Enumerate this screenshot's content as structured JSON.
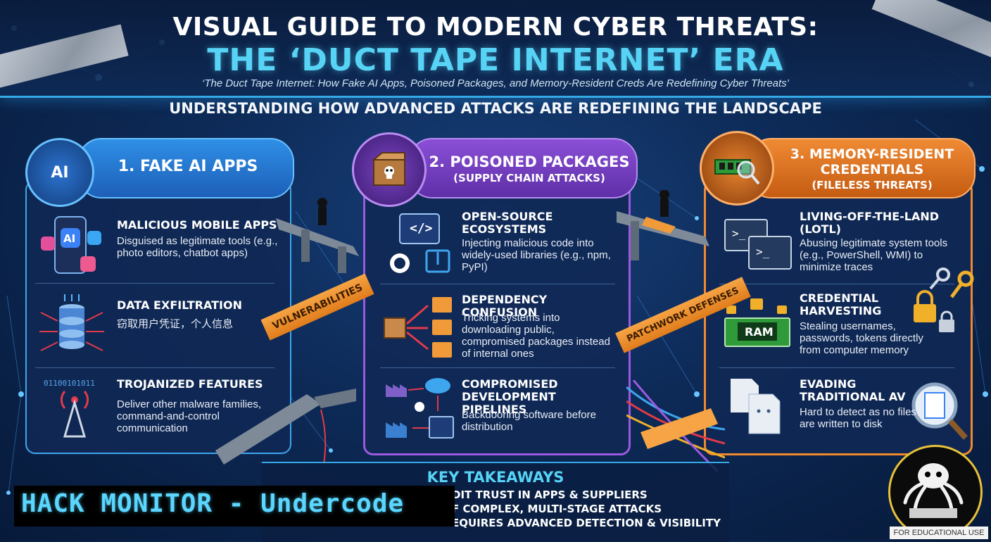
{
  "header": {
    "title_line1": "VISUAL GUIDE TO MODERN CYBER THREATS:",
    "title_line2": "THE ‘DUCT TAPE INTERNET’ ERA",
    "subtitle": "‘The Duct Tape Internet: How Fake AI Apps, Poisoned Packages, and Memory-Resident Creds Are Redefining Cyber Threats’"
  },
  "section_heading": "UNDERSTANDING HOW ADVANCED ATTACKS ARE REDEFINING THE LANDSCAPE",
  "columns": [
    {
      "title": "1. FAKE AI APPS",
      "subtitle": "",
      "badge": "AI",
      "accent": "#3ea6ee",
      "items": [
        {
          "title": "MALICIOUS MOBILE APPS",
          "desc": "Disguised as legitimate tools (e.g., photo editors, chatbot apps)",
          "icon": "phone-apps-icon",
          "icon_text": "AI"
        },
        {
          "title": "DATA EXFILTRATION",
          "desc": "窃取用户凭证，个人信息",
          "icon": "database-exfiltration-icon"
        },
        {
          "title": "TROJANIZED FEATURES",
          "desc": "Deliver other malware families, command-and-control communication",
          "icon": "antenna-binary-icon",
          "icon_text": "01100101011"
        }
      ]
    },
    {
      "title": "2. POISONED PACKAGES",
      "subtitle": "(SUPPLY CHAIN ATTACKS)",
      "accent": "#9b59e0",
      "items": [
        {
          "title": "OPEN-SOURCE ECOSYSTEMS",
          "desc": "Injecting malicious code into widely-used libraries (e.g., npm, PyPI)",
          "icon": "code-github-icon",
          "icon_text": "</>"
        },
        {
          "title": "DEPENDENCY CONFUSION",
          "desc": "Tricking systems into downloading public, compromised packages instead of internal ones",
          "icon": "box-folders-icon"
        },
        {
          "title": "COMPROMISED DEVELOPMENT PIPELINES",
          "desc": "Backdooring software before distribution",
          "icon": "factory-pipeline-icon"
        }
      ]
    },
    {
      "title": "3. MEMORY-RESIDENT CREDENTIALS",
      "subtitle": "(FILELESS THREATS)",
      "accent": "#f0892e",
      "items": [
        {
          "title": "LIVING-OFF-THE-LAND (LOTL)",
          "desc": "Abusing legitimate system tools (e.g., PowerShell, WMI) to minimize traces",
          "icon": "terminal-windows-icon",
          "icon_text": ">_"
        },
        {
          "title": "CREDENTIAL HARVESTING",
          "desc": "Stealing usernames, passwords, tokens directly from computer memory",
          "icon": "ram-locks-icon",
          "icon_text": "RAM"
        },
        {
          "title": "EVADING TRADITIONAL AV",
          "desc": "Hard to detect as no files are written to disk",
          "icon": "ghost-files-icon"
        }
      ]
    }
  ],
  "tape_labels": {
    "left": "VULNERABILITIES",
    "right": "PATCHWORK DEFENSES"
  },
  "takeaways": {
    "title": "KEY TAKEAWAYS",
    "lines": [
      "DIT TRUST IN APPS & SUPPLIERS",
      "F COMPLEX, MULTI-STAGE ATTACKS",
      "EQUIRES ADVANCED DETECTION & VISIBILITY"
    ]
  },
  "watermark": "HACK MONITOR - Undercode",
  "footer_note": "FOR EDUCATIONAL USE",
  "colors": {
    "background": "#0d2a57",
    "title_accent": "#56d3f5",
    "blue": "#3ea6ee",
    "purple": "#9b59e0",
    "orange": "#f0892e",
    "tape": "#f6a445"
  }
}
